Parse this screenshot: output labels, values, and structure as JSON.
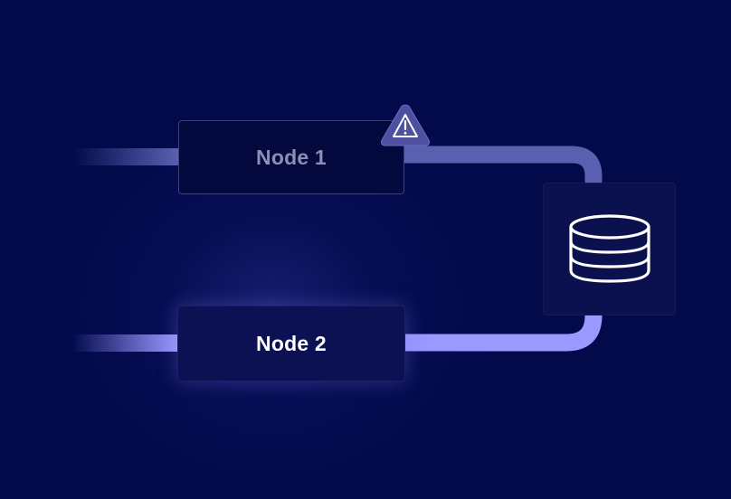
{
  "nodes": [
    {
      "label": "Node 1",
      "status": "warning"
    },
    {
      "label": "Node 2",
      "status": "active"
    }
  ],
  "icons": {
    "warning": "warning-triangle-icon",
    "database": "database-icon"
  },
  "colors": {
    "background": "#020a4a",
    "wire_inactive": "#5a5fb0",
    "wire_active": "#9b98ff",
    "warning_fill": "#4c509e",
    "node_inactive_text": "#8c8fb3",
    "node_active_text": "#ffffff"
  }
}
